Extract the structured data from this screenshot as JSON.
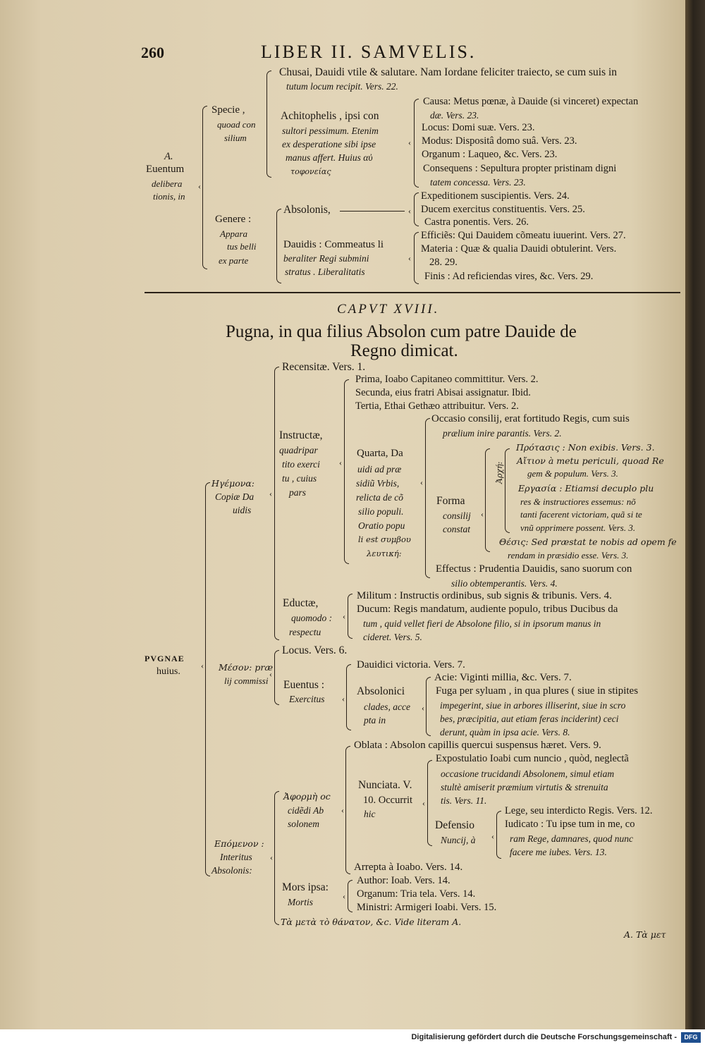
{
  "header": {
    "page_number": "260",
    "running_title": "LIBER II. SAMVELIS."
  },
  "sec1": {
    "root": [
      "A.",
      "Euentum",
      "delibera",
      "tionis, in"
    ],
    "specie": [
      "Specie ,",
      "quoad con",
      "silium"
    ],
    "genere": [
      "Genere :",
      "Appara",
      "tus belli",
      "ex parte"
    ],
    "chusai": [
      "Chusai, Dauidi vtile & salutare. Nam Iordane feliciter traiecto, se cum suis in",
      "tutum locum recipit. Vers. 22."
    ],
    "achito": [
      "Achitophelis , ipsi con",
      "sultori pessimum. Etenim",
      "ex desperatione sibi ipse",
      "manus affert. Huius αὐ",
      "τοφονείας"
    ],
    "achito_items": [
      "Causa: Metus pœnæ, à Dauide (si vinceret) expectan",
      "dæ. Vers. 23.",
      "Locus: Domi suæ. Vers. 23.",
      "Modus: Dispositâ domo suâ. Vers. 23.",
      "Organum : Laqueo, &c. Vers. 23.",
      "Consequens : Sepultura propter pristinam digni",
      "tatem concessa. Vers. 23."
    ],
    "absolonis": "Absolonis,",
    "absolonis_items": [
      "Expeditionem suscipientis. Vers. 24.",
      "Ducem exercitus constituentis. Vers. 25.",
      "Castra ponentis. Vers. 26."
    ],
    "dauidis": [
      "Dauidis : Commeatus li",
      "beraliter Regi submini",
      "stratus . Liberalitatis"
    ],
    "dauidis_items": [
      "Efficiẽs: Qui Dauidem cõmeatu iuuerint. Vers. 27.",
      "Materia : Quæ & qualia Dauidi obtulerint. Vers.",
      "28. 29.",
      "Finis : Ad reficiendas vires, &c. Vers. 29."
    ]
  },
  "chapter": {
    "label": "CAPVT XVIII.",
    "title_line1": "Pugna, in qua filius Absolon cum patre Dauide de",
    "title_line2": "Regno dimicat."
  },
  "sec2": {
    "root": [
      "PVGNAE",
      "huius."
    ],
    "copiae": [
      "Ηγέμονα:",
      "Copiæ Da",
      "uidis"
    ],
    "praelii": [
      "Μέσον: præ",
      "lij commissi"
    ],
    "interitus": [
      "Επόμενον :",
      "Interitus",
      "Absolonis:"
    ],
    "recensitae": "Recensitæ. Vers. 1.",
    "instructae": [
      "Instructæ,",
      "quadripar",
      "tito exerci",
      "tu , cuius",
      "pars"
    ],
    "parts": [
      "Prima, Ioabo Capitaneo committitur. Vers. 2.",
      "Secunda, eius fratri Abisai assignatur. Ibid.",
      "Tertia, Ethai Gethæo attribuitur. Vers. 2."
    ],
    "quarta": [
      "Quarta, Da",
      "uidi ad præ",
      "sidiũ Vrbis,",
      "relicta de cõ",
      "silio populi.",
      "Oratio popu",
      "li est συμβου",
      "λευτική:"
    ],
    "occasio": [
      "Occasio consilij, erat fortitudo Regis, cum suis",
      "prælium inire parantis. Vers. 2."
    ],
    "forma": [
      "Forma",
      "consilij",
      "constat"
    ],
    "arche": "Ἀρχή:",
    "forma_items": [
      "Πρότασις : Non exibis. Vers. 3.",
      "Αἴτιον à metu periculi, quoad Re",
      "gem & populum. Vers. 3.",
      "Εργασία : Etiamsi decuplo plu",
      "res & instructiores essemus: nõ",
      "tanti facerent victoriam, quã si te",
      "vnũ opprimere possent. Vers. 3.",
      "Θέσις: Sed præstat te nobis ad opem fe",
      "rendam in præsidio esse. Vers. 3."
    ],
    "effectus": [
      "Effectus : Prudentia Dauidis, sano suorum con",
      "silio obtemperantis. Vers. 4."
    ],
    "eductae": [
      "Eductæ,",
      "quomodo :",
      "respectu"
    ],
    "eductae_items": [
      "Militum : Instructis ordinibus, sub signis & tribunis. Vers. 4.",
      "Ducum: Regis mandatum, audiente populo, tribus Ducibus da",
      "tum , quid vellet fieri de Absolone filio, si in ipsorum manus in",
      "cideret. Vers. 5."
    ],
    "locus": "Locus. Vers. 6.",
    "euentus": [
      "Euentus :",
      "Exercitus"
    ],
    "dauidici": "Dauidici victoria. Vers. 7.",
    "absolonici": [
      "Absolonici",
      "clades, acce",
      "pta in"
    ],
    "acie": "Acie: Viginti millia, &c. Vers. 7.",
    "fuga": [
      "Fuga per syluam , in qua plures ( siue in stipites",
      "impegerint, siue in arbores illiserint, siue in scro",
      "bes, præcipitia, aut etiam feras inciderint) ceci",
      "derunt, quàm in ipsa acie. Vers. 8."
    ],
    "aphorme": [
      "Ἀφορμὴ oc",
      "cidẽdi Ab",
      "solonem"
    ],
    "oblata": "Oblata : Absolon capillis quercui suspensus hæret. Vers. 9.",
    "nunciata": [
      "Nunciata. V.",
      "10. Occurrit",
      "hic"
    ],
    "expostulatio": [
      "Expostulatio Ioabi cum nuncio , quòd, neglectã",
      "occasione trucidandi Absolonem, simul etiam",
      "stultè amiserit præmium virtutis & strenuita",
      "tis. Vers. 11."
    ],
    "defensio": [
      "Defensio",
      "Nuncij, à"
    ],
    "defensio_items": [
      "Lege, seu interdicto Regis. Vers. 12.",
      "Iudicato : Tu ipse tum in me, co",
      "ram Rege, damnares, quod nunc",
      "facere me iubes. Vers. 13."
    ],
    "arrepta": "Arrepta à Ioabo. Vers. 14.",
    "mors": [
      "Mors ipsa:",
      "Mortis"
    ],
    "mors_items": [
      "Author: Ioab. Vers. 14.",
      "Organum: Tria tela. Vers. 14.",
      "Ministri: Armigeri Ioabi. Vers. 15."
    ],
    "ta_meta": "Τὰ μετὰ τὸ θάνατον, &c. Vide literam A.",
    "catchword": "A. Τὰ μετ"
  },
  "footer": {
    "text": "Digitalisierung gefördert durch die Deutsche Forschungsgemeinschaft -",
    "logo": "DFG"
  }
}
